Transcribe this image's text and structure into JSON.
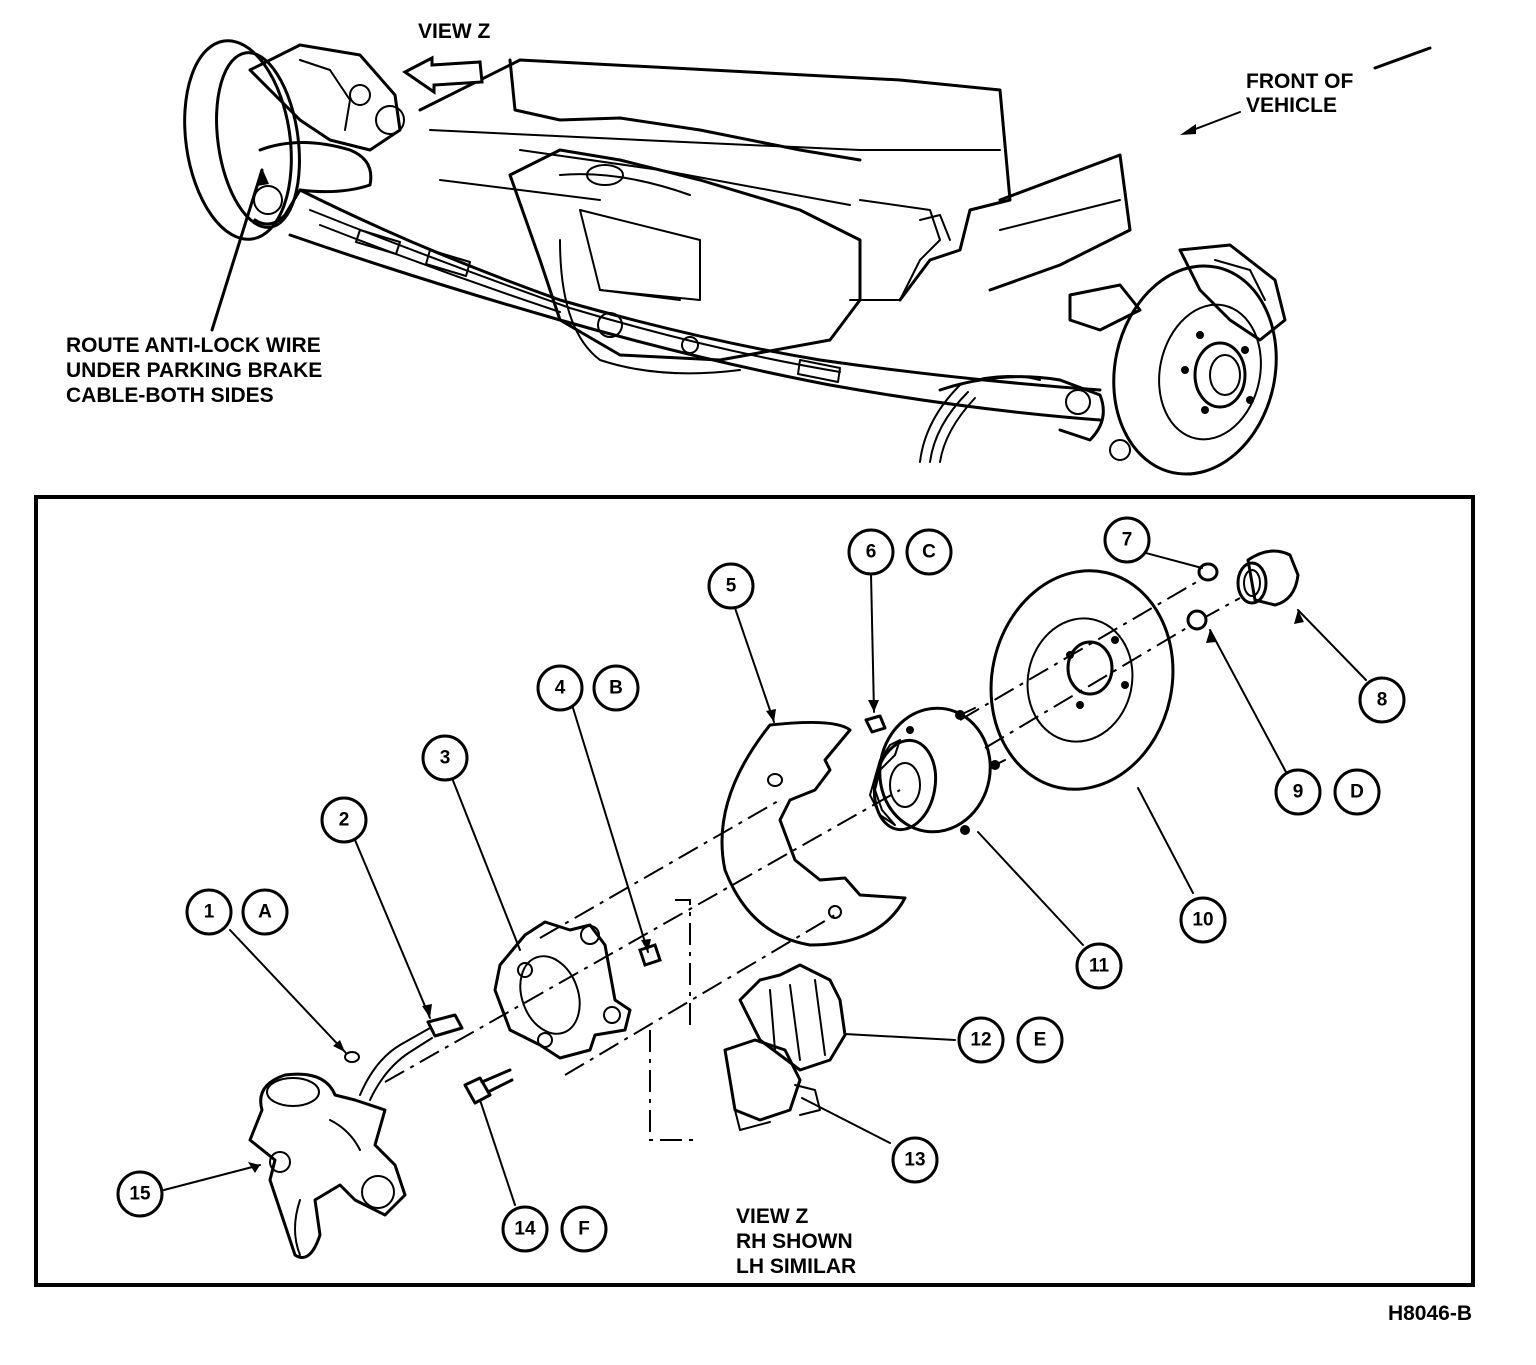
{
  "top_labels": {
    "view_z": "VIEW Z",
    "front_line1": "FRONT OF",
    "front_line2": "VEHICLE",
    "route_line1": "ROUTE ANTI-LOCK WIRE",
    "route_line2": "UNDER PARKING BRAKE",
    "route_line3": "CABLE-BOTH SIDES"
  },
  "view_note": {
    "line1": "VIEW Z",
    "line2": "RH SHOWN",
    "line3": "LH SIMILAR"
  },
  "figure_code": "H8046-B",
  "callouts": {
    "c1": "1",
    "c2": "2",
    "c3": "3",
    "c4": "4",
    "c5": "5",
    "c6": "6",
    "c7": "7",
    "c8": "8",
    "c9": "9",
    "c10": "10",
    "c11": "11",
    "c12": "12",
    "c13": "13",
    "c14": "14",
    "c15": "15",
    "cA": "A",
    "cB": "B",
    "cC": "C",
    "cD": "D",
    "cE": "E",
    "cF": "F"
  }
}
